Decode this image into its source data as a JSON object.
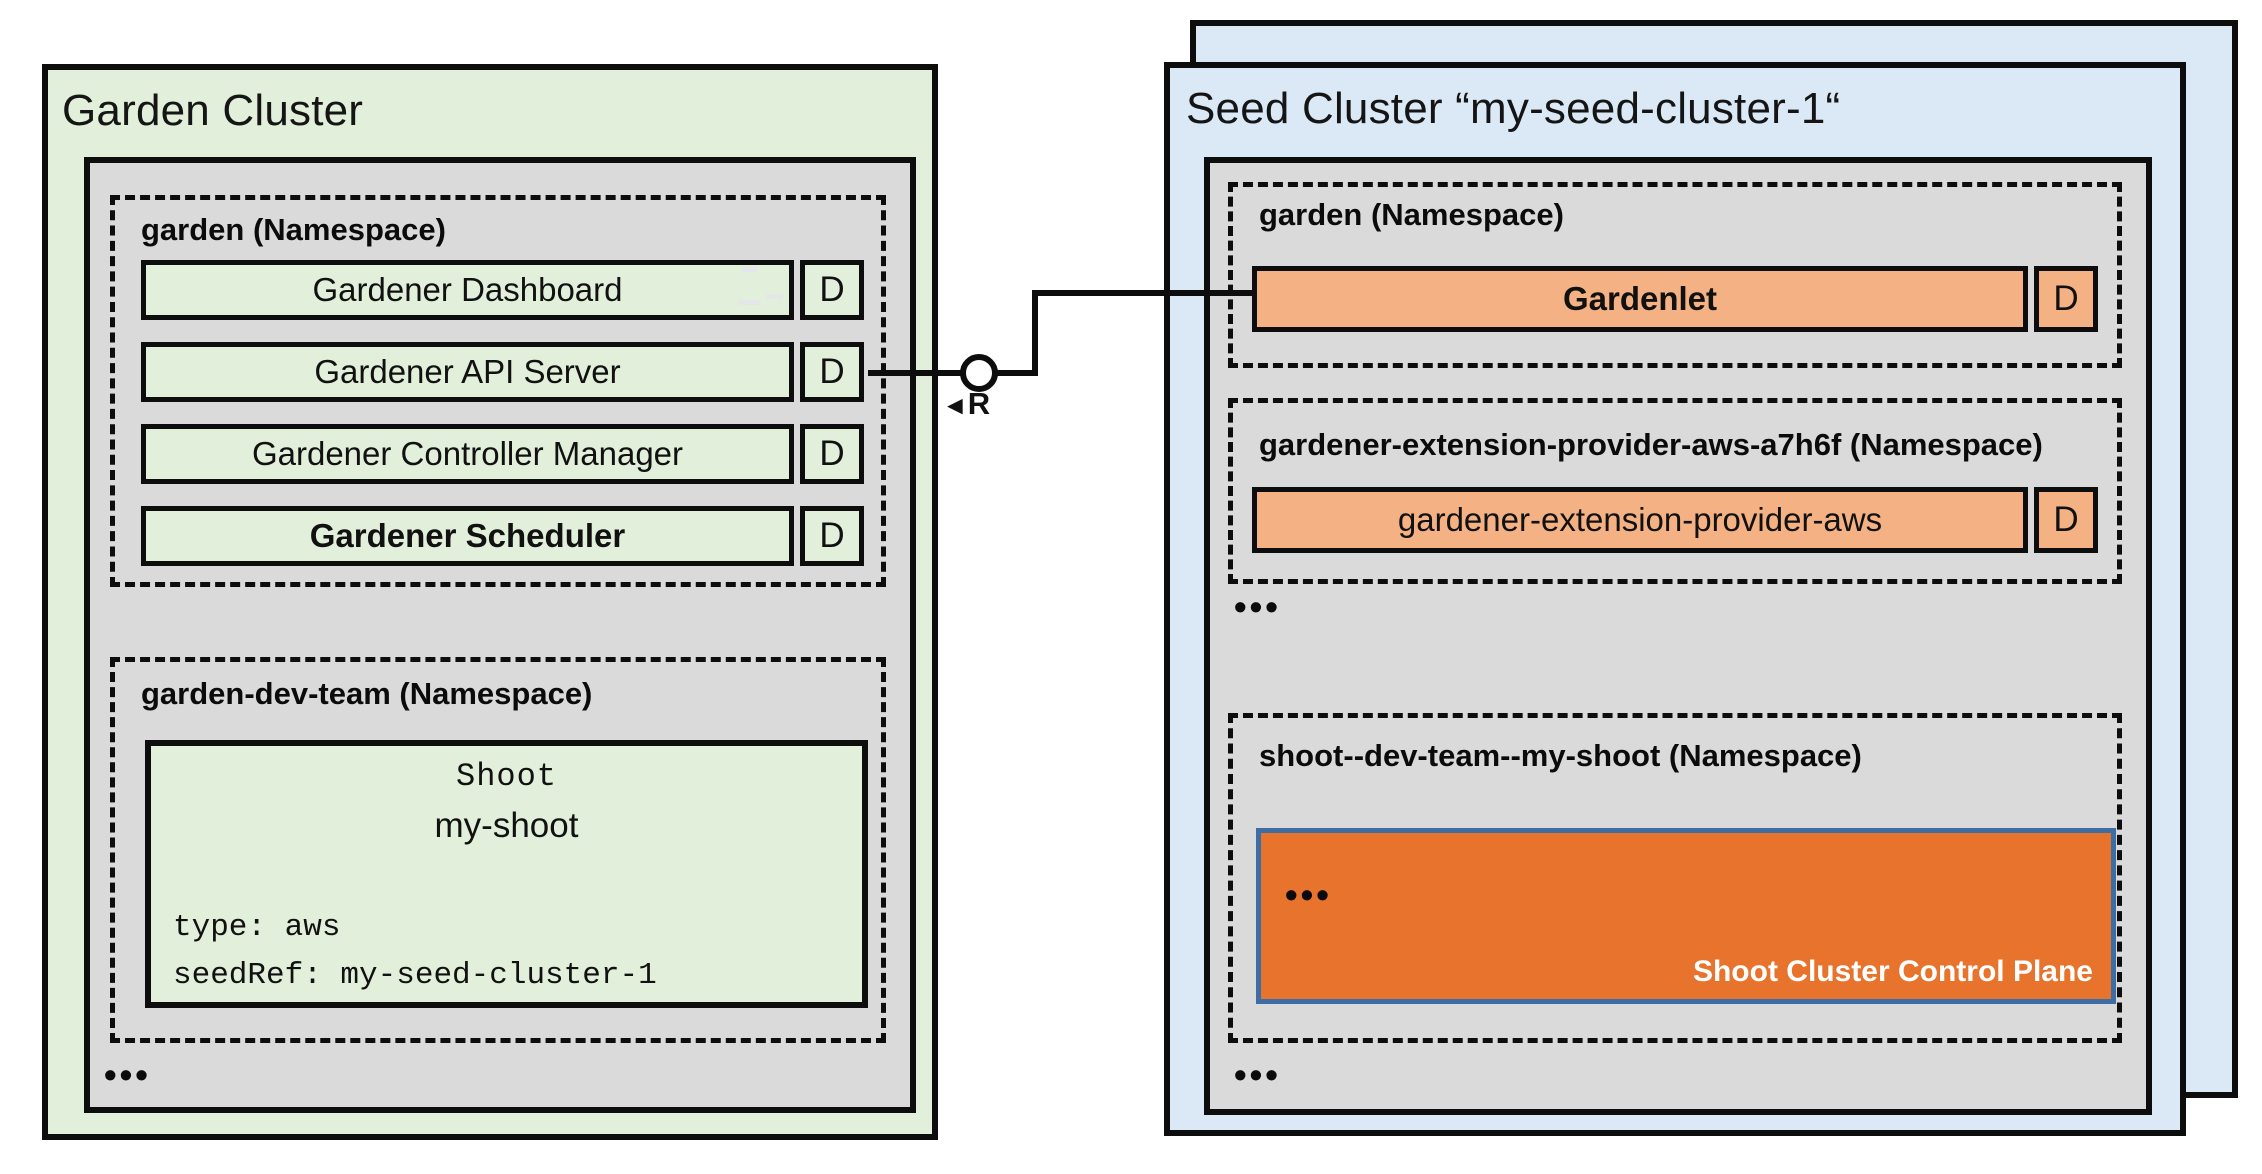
{
  "colors": {
    "page_bg": "#ffffff",
    "green_bg": "#e2efda",
    "gray_bg": "#dadada",
    "blue_bg": "#dbe8f6",
    "orange_light": "#f4b183",
    "orange_dark": "#e8732c",
    "blue_border": "#3c6ea5",
    "line_black": "#0d0d0d"
  },
  "garden_cluster": {
    "title": "Garden Cluster",
    "garden_namespace": {
      "label": "garden (Namespace)",
      "deployments": [
        {
          "name": "Gardener Dashboard",
          "badge": "D"
        },
        {
          "name": "Gardener API Server",
          "badge": "D"
        },
        {
          "name": "Gardener Controller Manager",
          "badge": "D"
        },
        {
          "name": "Gardener Scheduler",
          "badge": "D"
        }
      ]
    },
    "dev_team_namespace": {
      "label": "garden-dev-team (Namespace)",
      "shoot": {
        "kind": "Shoot",
        "name": "my-shoot",
        "spec_lines": [
          "type: aws",
          "seedRef: my-seed-cluster-1"
        ]
      }
    },
    "ellipsis": "•••"
  },
  "connector": {
    "arrow": "◄",
    "label": "R"
  },
  "seed_cluster": {
    "title": "Seed Cluster “my-seed-cluster-1“",
    "garden_namespace": {
      "label": "garden (Namespace)",
      "deployments": [
        {
          "name": "Gardenlet",
          "badge": "D"
        }
      ]
    },
    "extension_namespace": {
      "label": "gardener-extension-provider-aws-a7h6f (Namespace)",
      "deployments": [
        {
          "name": "gardener-extension-provider-aws",
          "badge": "D"
        }
      ]
    },
    "ellipsis_middle": "•••",
    "shoot_namespace": {
      "label": "shoot--dev-team--my-shoot (Namespace)",
      "control_plane": {
        "ellipsis": "•••",
        "caption": "Shoot Cluster Control Plane"
      }
    },
    "ellipsis_bottom": "•••"
  }
}
